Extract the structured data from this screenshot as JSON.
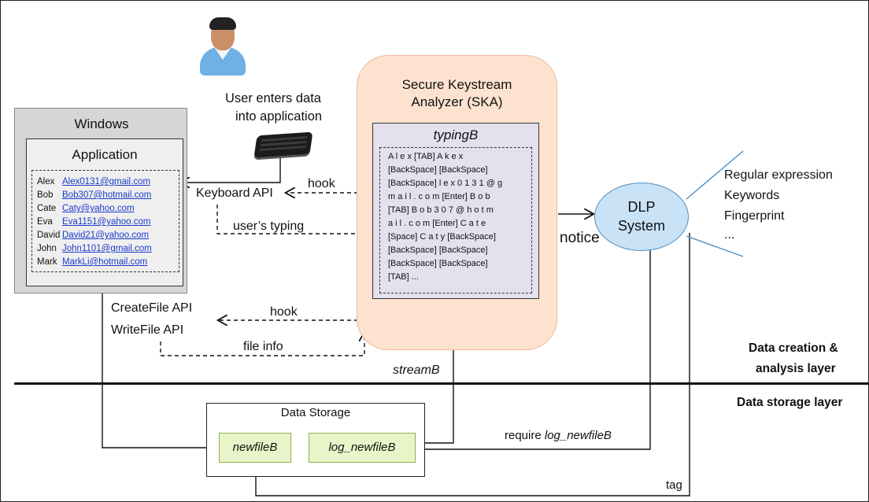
{
  "user": {
    "caption_line1": "User enters data",
    "caption_line2": "into application"
  },
  "windows": {
    "title": "Windows",
    "application": {
      "title": "Application",
      "contacts": [
        {
          "name": "Alex",
          "email": "Alex0131@gmail.com"
        },
        {
          "name": "Bob",
          "email": "Bob307@hotmail.com"
        },
        {
          "name": "Cate",
          "email": "Caty@yahoo.com"
        },
        {
          "name": "Eva",
          "email": "Eva1151@yahoo.com"
        },
        {
          "name": "David",
          "email": "David21@yahoo.com"
        },
        {
          "name": "John",
          "email": "John1101@gmail.com"
        },
        {
          "name": "Mark",
          "email": "MarkLi@hotmail.com"
        }
      ]
    }
  },
  "ska": {
    "title_line1": "Secure Keystream",
    "title_line2": "Analyzer (SKA)",
    "typing_title": "typingB",
    "keystream_lines": [
      "A l e x [TAB] A k e x",
      "[BackSpace] [BackSpace]",
      "[BackSpace] l e x 0 1 3 1 @ g",
      "m a i l . c o m [Enter] B o b",
      "[TAB] B o b 3 0 7 @ h o t m",
      "a i l . c o m [Enter] C a t e",
      "[Space] C a t y [BackSpace]",
      "[BackSpace] [BackSpace]",
      "[BackSpace] [BackSpace]",
      "[TAB] ..."
    ]
  },
  "flows": {
    "hook_top": "hook",
    "keyboard_api": "Keyboard API",
    "users_typing": "user’s typing",
    "createfile_api": "CreateFile API",
    "writefile_api": "WriteFile API",
    "hook_bottom": "hook",
    "file_info": "file info",
    "stream": "streamB",
    "notice": "notice",
    "require_prefix": "require ",
    "require_file": "log_newfileB",
    "tag": "tag"
  },
  "dlp": {
    "label_line1": "DLP",
    "label_line2": "System",
    "methods": [
      "Regular expression",
      "Keywords",
      "Fingerprint",
      "..."
    ]
  },
  "layers": {
    "creation_line1": "Data creation &",
    "creation_line2": "analysis layer",
    "storage": "Data storage layer"
  },
  "storage": {
    "title": "Data Storage",
    "file1": "newfileB",
    "file2": "log_newfileB"
  }
}
